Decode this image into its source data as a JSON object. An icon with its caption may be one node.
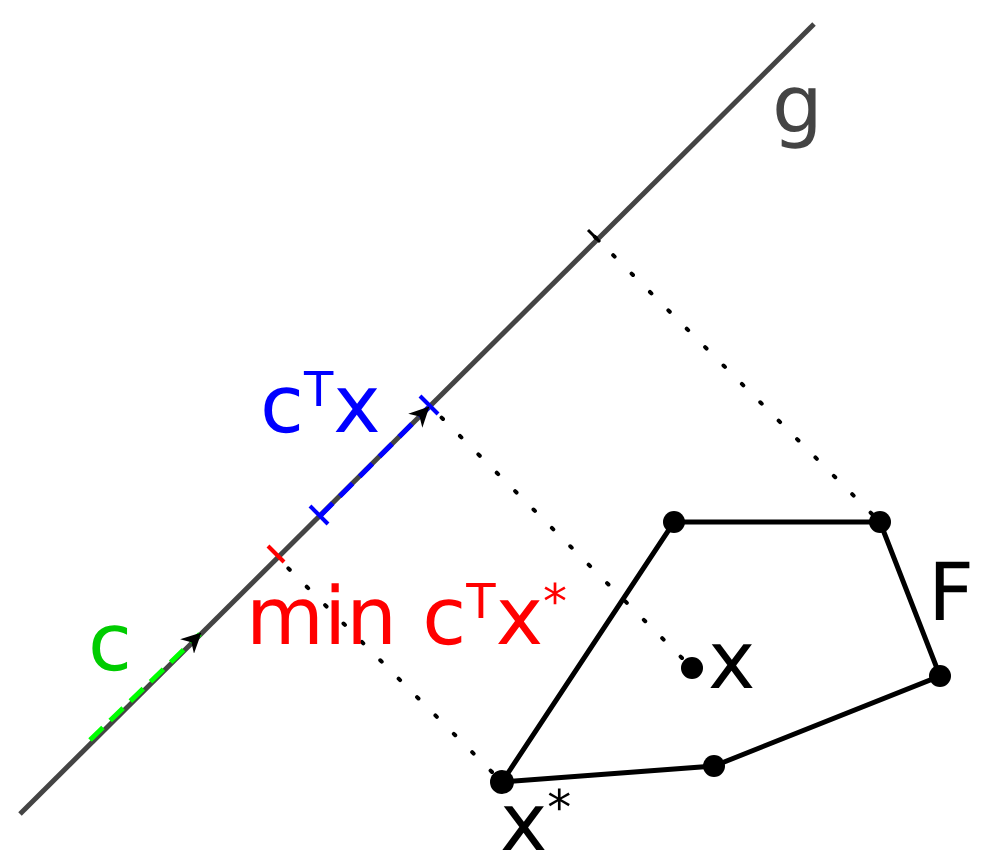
{
  "diagram": {
    "labels": [
      "g",
      "c$^{T}$x",
      "c",
      "min c$^{T}$x$^{*}$",
      "x",
      "F",
      "x$^{*}$"
    ]
  }
}
